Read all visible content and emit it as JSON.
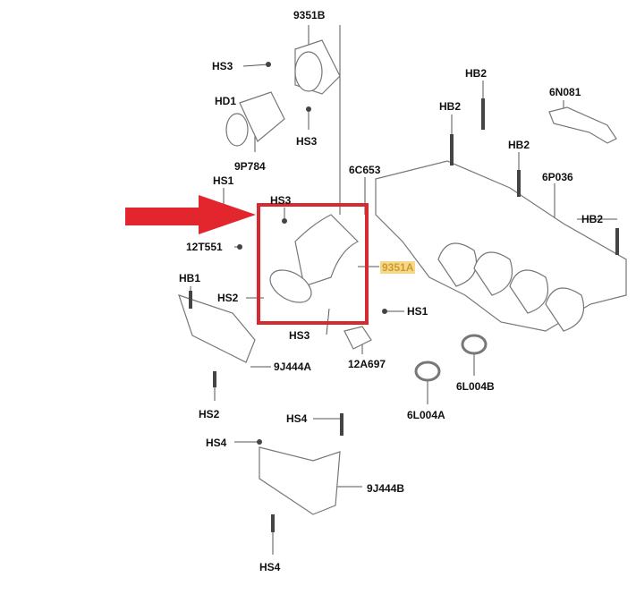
{
  "labels": {
    "l9351B": "9351B",
    "hs3_top": "HS3",
    "hd1": "HD1",
    "hs3_mid": "HS3",
    "l9P784": "9P784",
    "hb2_a": "HB2",
    "hb2_b": "HB2",
    "l6N081": "6N081",
    "hb2_c": "HB2",
    "l6C653": "6C653",
    "l6P036": "6P036",
    "hs1_left": "HS1",
    "hs3_box": "HS3",
    "l12T551": "12T551",
    "hb2_d": "HB2",
    "l9351A": "9351A",
    "hb1": "HB1",
    "hs2_box": "HS2",
    "hs1_right": "HS1",
    "hs3_bottom": "HS3",
    "l12A697": "12A697",
    "l9J444A": "9J444A",
    "l6L004B": "6L004B",
    "l6L004A": "6L004A",
    "hs2_low": "HS2",
    "hs4_a": "HS4",
    "hs4_b": "HS4",
    "l9J444B": "9J444B",
    "hs4_c": "HS4"
  },
  "colors": {
    "highlight_box": "#d42a30",
    "arrow": "#e3262e",
    "highlight_label_bg": "#f6d88a"
  }
}
